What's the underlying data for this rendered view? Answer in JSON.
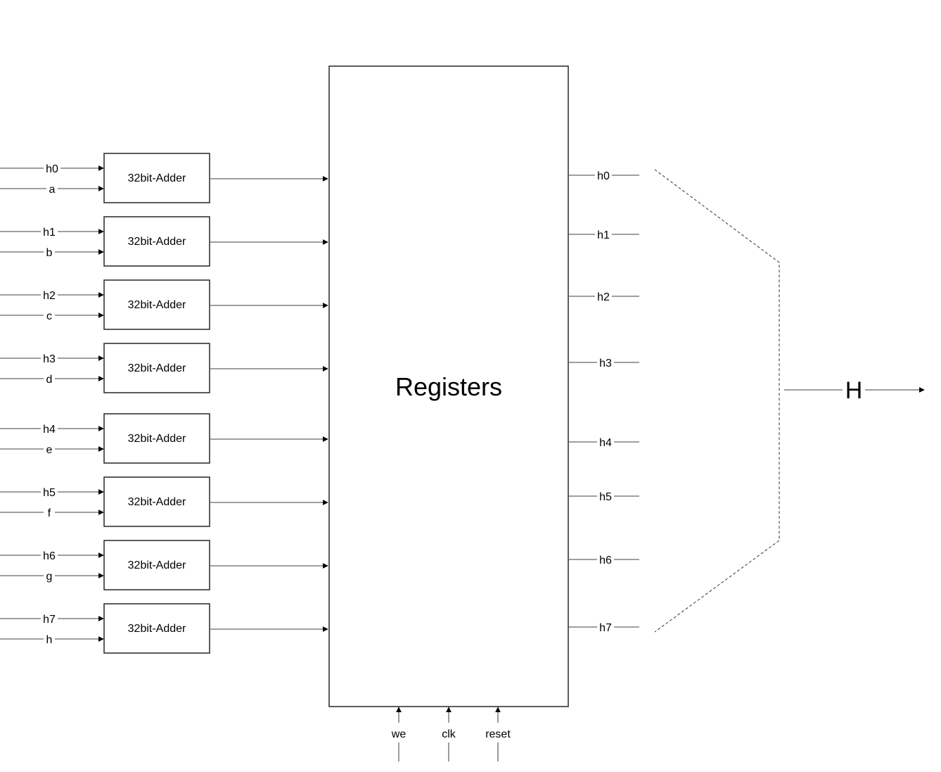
{
  "registers": {
    "label": "Registers"
  },
  "adders": [
    {
      "label": "32bit-Adder",
      "input_top": "h0",
      "input_bottom": "a"
    },
    {
      "label": "32bit-Adder",
      "input_top": "h1",
      "input_bottom": "b"
    },
    {
      "label": "32bit-Adder",
      "input_top": "h2",
      "input_bottom": "c"
    },
    {
      "label": "32bit-Adder",
      "input_top": "h3",
      "input_bottom": "d"
    },
    {
      "label": "32bit-Adder",
      "input_top": "h4",
      "input_bottom": "e"
    },
    {
      "label": "32bit-Adder",
      "input_top": "h5",
      "input_bottom": "f"
    },
    {
      "label": "32bit-Adder",
      "input_top": "h6",
      "input_bottom": "g"
    },
    {
      "label": "32bit-Adder",
      "input_top": "h7",
      "input_bottom": "h"
    }
  ],
  "outputs": [
    "h0",
    "h1",
    "h2",
    "h3",
    "h4",
    "h5",
    "h6",
    "h7"
  ],
  "controls": [
    "we",
    "clk",
    "reset"
  ],
  "combined_output": {
    "label": "H"
  }
}
